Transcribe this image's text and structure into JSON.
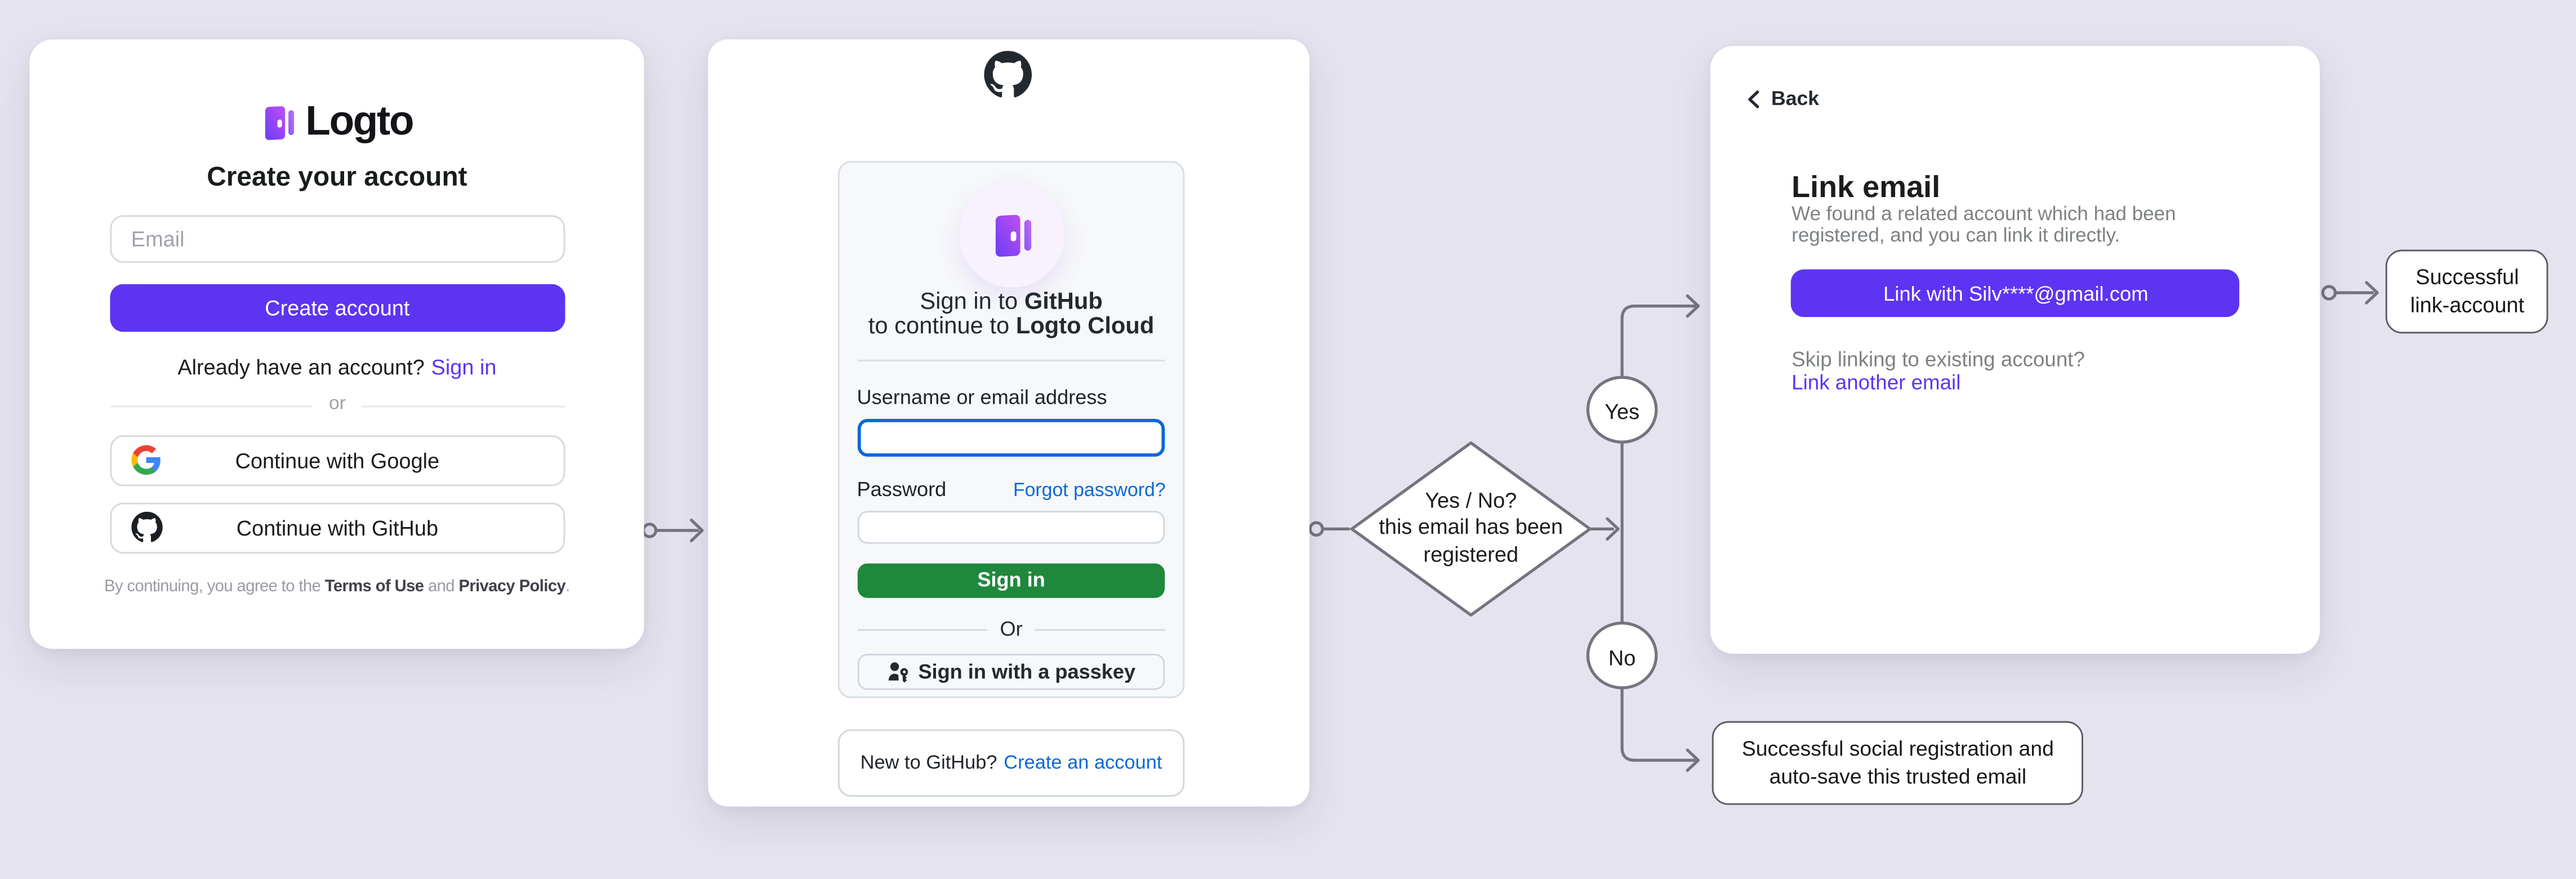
{
  "colors": {
    "page_background": "#e5e3ee",
    "logto_brand_purple": "#5d34f2",
    "github_green": "#1f883d",
    "github_link_blue": "#0969da",
    "github_focus_blue": "#0969da",
    "flow_line_gray": "#75747e"
  },
  "signup_card": {
    "brand": "Logto",
    "title": "Create your account",
    "email_placeholder": "Email",
    "create_button": "Create account",
    "signin_prompt": "Already have an account?",
    "signin_link": "Sign in",
    "divider": "or",
    "google_button": "Continue with Google",
    "github_button": "Continue with GitHub",
    "terms_prefix": "By continuing, you agree to the ",
    "terms_of_use": "Terms of Use",
    "terms_and": " and ",
    "privacy_policy": "Privacy Policy",
    "terms_suffix": "."
  },
  "github_card": {
    "heading_line1_prefix": "Sign in to ",
    "heading_line1_bold": "GitHub",
    "heading_line2_prefix": "to continue to ",
    "heading_line2_bold": "Logto Cloud",
    "username_label": "Username or email address",
    "password_label": "Password",
    "forgot_link": "Forgot password?",
    "signin_button": "Sign in",
    "divider": "Or",
    "passkey_button": "Sign in with a passkey",
    "new_prompt": "New to GitHub?",
    "create_link": "Create an account"
  },
  "link_card": {
    "back": "Back",
    "title": "Link email",
    "description": "We found a related account which had been registered, and you can link it directly.",
    "link_button": "Link with Silv****@gmail.com",
    "skip_prompt": "Skip linking to existing account?",
    "skip_link": "Link another email"
  },
  "flow": {
    "decision_line1": "Yes / No?",
    "decision_line2": "this email has been",
    "decision_line3": "registered",
    "yes": "Yes",
    "no": "No",
    "outcome_link_account": "Successful link-account",
    "outcome_social_registration": "Successful social registration and auto-save this trusted email"
  }
}
